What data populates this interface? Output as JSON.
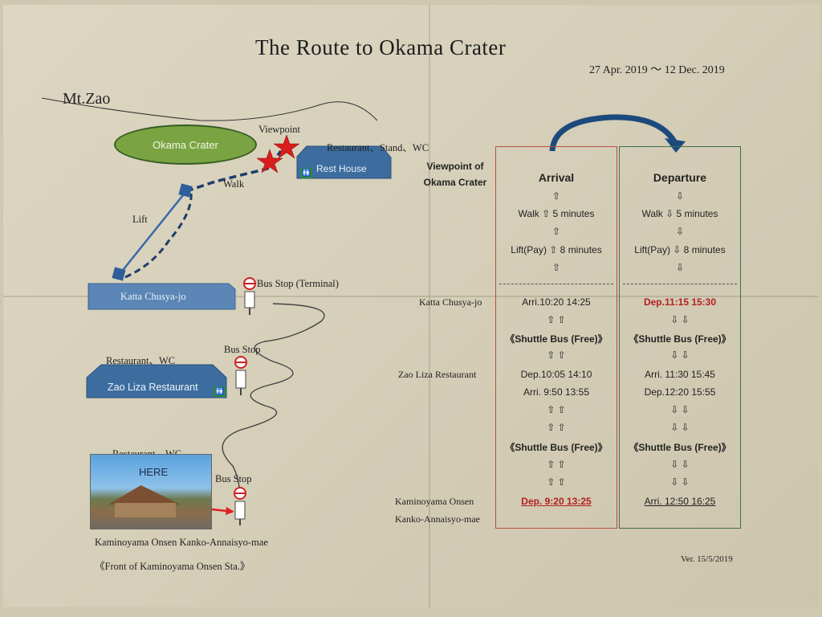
{
  "title": "The Route to Okama Crater",
  "dates": "27 Apr. 2019 ～ 12 Dec. 2019",
  "mountain": "Mt.Zao",
  "map": {
    "crater": "Okama Crater",
    "viewpoint": "Viewpoint",
    "restaurant_stand": "Restaurant、Stand、WC",
    "rest_house": "Rest House",
    "walk": "Walk",
    "lift": "Lift",
    "katta": "Katta Chusya-jo",
    "bus_stop_terminal": "Bus Stop (Terminal)",
    "restaurant_wc_1": "Restaurant、WC",
    "bus_stop_1": "Bus Stop",
    "zao_liza": "Zao Liza Restaurant",
    "restaurant_wc_2": "Restaurant、WC",
    "here": "HERE",
    "bus_stop_2": "Bus Stop",
    "kaminoyama_stop": "Kaminoyama Onsen Kanko-Annaisyo-mae",
    "front_of": "《Front of Kaminoyama Onsen Sta.》"
  },
  "timetable": {
    "viewpoint_label": "Viewpoint of Okama Crater",
    "arrival_head": "Arrival",
    "departure_head": "Departure",
    "arr_walk": "Walk ⇧ 5 minutes",
    "dep_walk": "Walk ⇩ 5 minutes",
    "arr_lift": "Lift(Pay) ⇧ 8 minutes",
    "dep_lift": "Lift(Pay) ⇩ 8 minutes",
    "row_katta": "Katta Chusya-jo",
    "arr_katta": "Arri.10:20    14:25",
    "dep_katta": "Dep.11:15   15:30",
    "shuttle": "《Shuttle Bus (Free)》",
    "row_zao": "Zao Liza Restaurant",
    "arr_zao_dep": "Dep.10:05    14:10",
    "arr_zao_arr": "Arri. 9:50     13:55",
    "dep_zao_arr": "Arri. 11:30    15:45",
    "dep_zao_dep": "Dep.12:20    15:55",
    "row_kami_1": "Kaminoyama Onsen",
    "row_kami_2": "Kanko-Annaisyo-mae",
    "arr_kami": "Dep. 9:20   13:25",
    "dep_kami": "Arri. 12:50    16:25",
    "up_arrow": "⇧",
    "up_pair": "⇧       ⇧",
    "down_arrow": "⇩",
    "down_pair": "⇩       ⇩"
  },
  "version": "Ver. 15/5/2019"
}
